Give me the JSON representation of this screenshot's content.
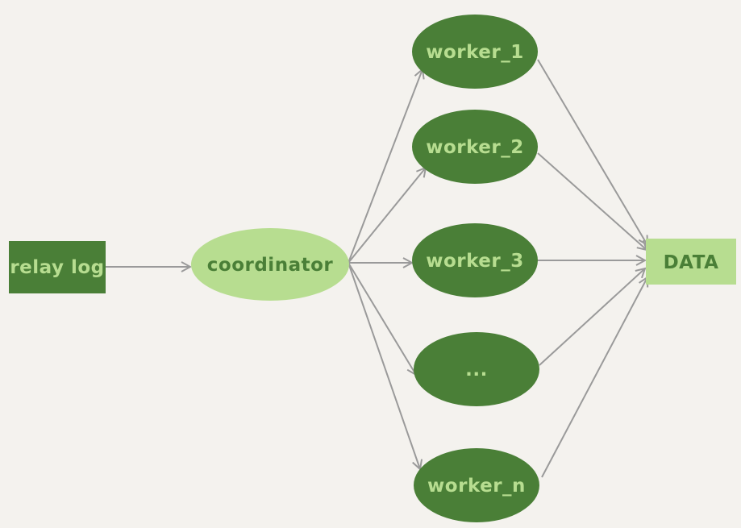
{
  "colors": {
    "background": "#f4f2ee",
    "dark_green": "#4a7f37",
    "light_green": "#b7dd90",
    "label_on_dark": "#b7dd90",
    "label_on_light": "#4a7f37",
    "arrow": "#9a9a9a"
  },
  "nodes": {
    "relay_log": "relay log",
    "coordinator": "coordinator",
    "workers": [
      "worker_1",
      "worker_2",
      "worker_3",
      "...",
      "worker_n"
    ],
    "data": "DATA"
  }
}
